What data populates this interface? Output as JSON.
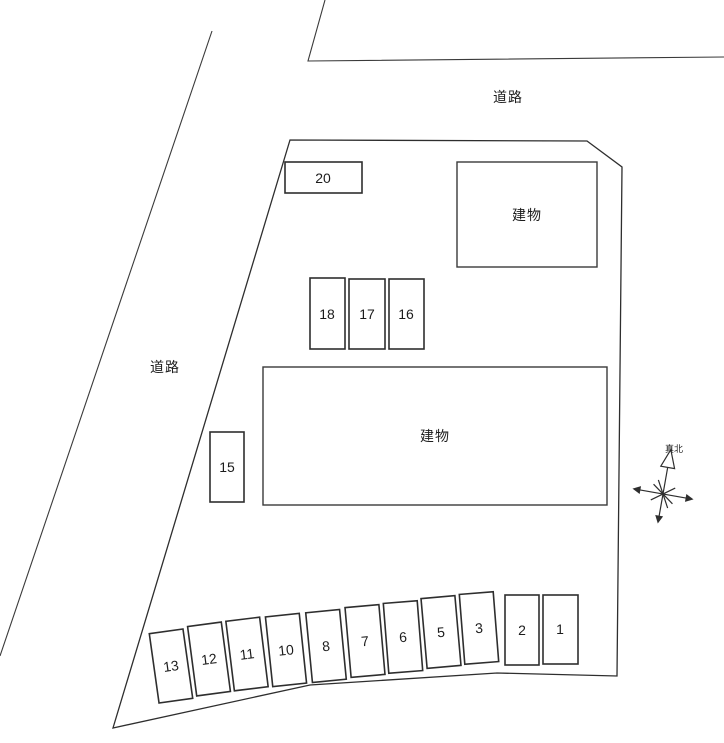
{
  "roads": {
    "top": {
      "label": "道路"
    },
    "left": {
      "label": "道路"
    }
  },
  "buildings": [
    {
      "label": "建物"
    },
    {
      "label": "建物"
    }
  ],
  "compass": {
    "label": "真北"
  },
  "parking": {
    "spaces": [
      {
        "label": "20"
      },
      {
        "label": "18"
      },
      {
        "label": "17"
      },
      {
        "label": "16"
      },
      {
        "label": "15"
      },
      {
        "label": "13"
      },
      {
        "label": "12"
      },
      {
        "label": "11"
      },
      {
        "label": "10"
      },
      {
        "label": "8"
      },
      {
        "label": "7"
      },
      {
        "label": "6"
      },
      {
        "label": "5"
      },
      {
        "label": "3"
      },
      {
        "label": "2"
      },
      {
        "label": "1"
      }
    ]
  },
  "colors": {
    "line": "#2e2e2e",
    "text": "#1c1c1c",
    "background": "#ffffff"
  }
}
